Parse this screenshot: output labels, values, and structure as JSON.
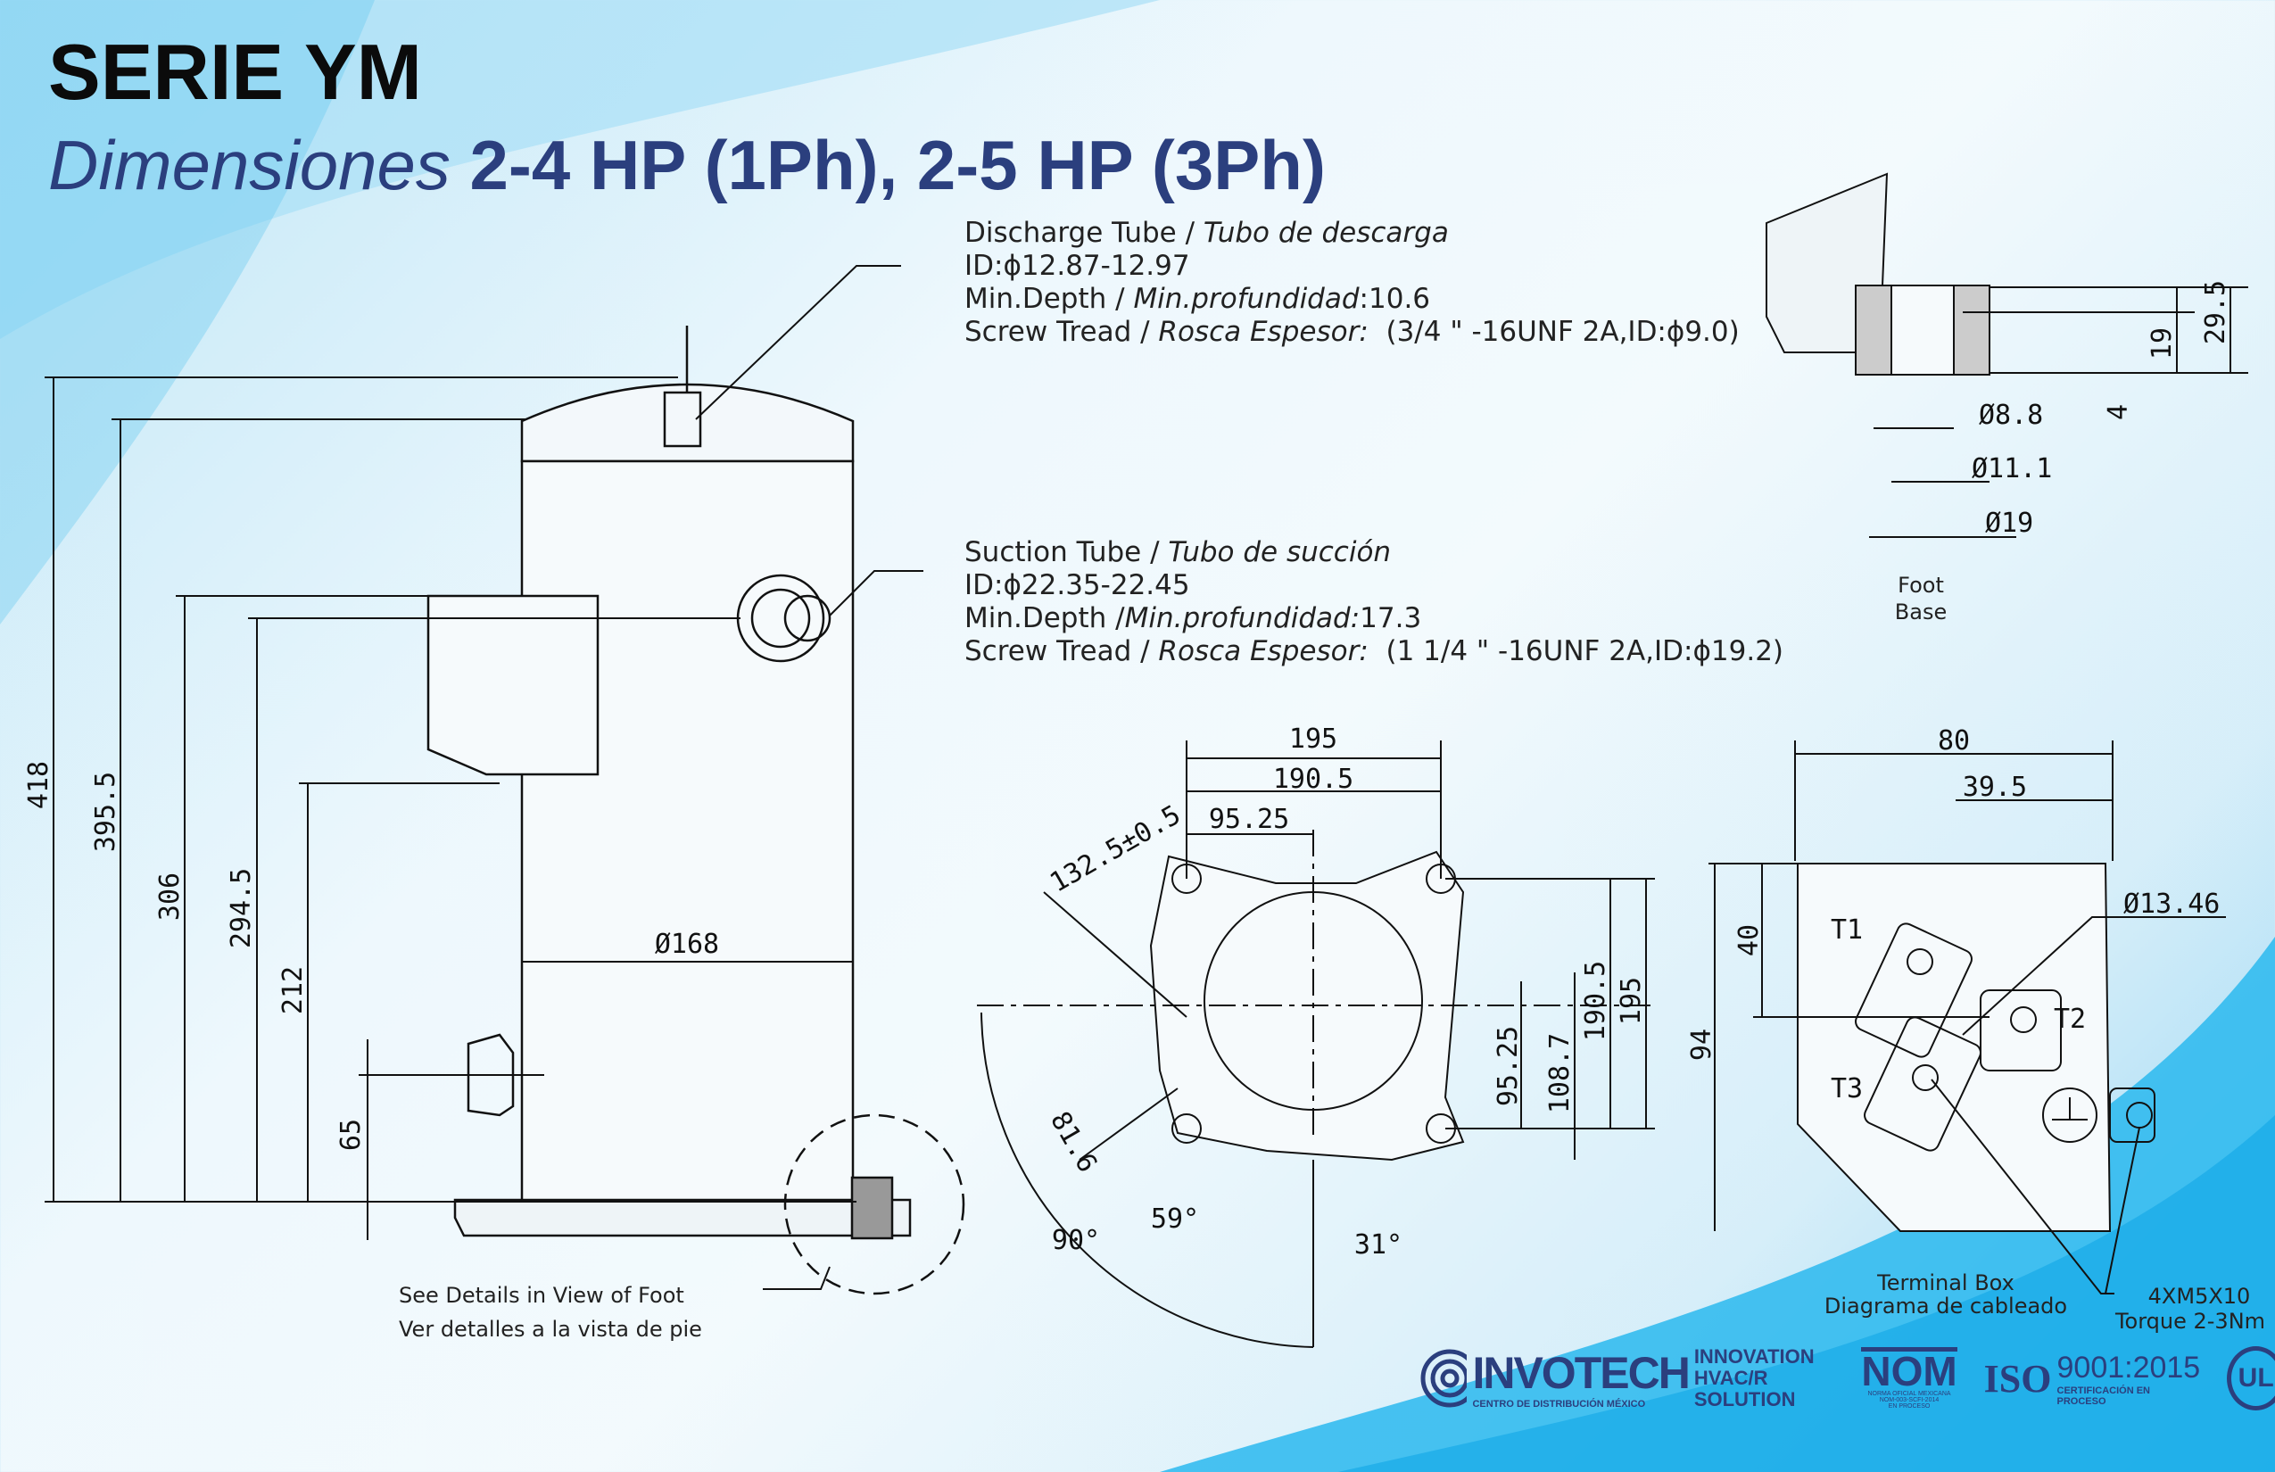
{
  "header": {
    "title": "SERIE YM",
    "subtitle_italic": "Dimensiones",
    "subtitle_bold": " 2-4 HP (1Ph), 2-5 HP (3Ph)"
  },
  "discharge": {
    "line1_en": "Discharge Tube / ",
    "line1_es": "Tubo de descarga",
    "line2": "ID:ϕ12.87-12.97",
    "line3_en": "Min.Depth / ",
    "line3_es": "Min.profundidad",
    "line3_val": ":10.6",
    "line4_en": "Screw Tread / ",
    "line4_es": "Rosca Espesor:",
    "line4_val": "  (3/4 \" -16UNF 2A,ID:ϕ9.0)"
  },
  "suction": {
    "line1_en": "Suction Tube / ",
    "line1_es": "Tubo de succión",
    "line2": "ID:ϕ22.35-22.45",
    "line3_en": "Min.Depth /",
    "line3_es": "Min.profundidad:",
    "line3_val": "17.3",
    "line4_en": "Screw Tread / ",
    "line4_es": "Rosca Espesor:",
    "line4_val": "  (1 1/4 \" -16UNF 2A,ID:ϕ19.2)"
  },
  "side_view": {
    "dims": [
      "418",
      "395.5",
      "306",
      "294.5",
      "212",
      "65",
      "Ø168"
    ],
    "note_en": "See Details in View of Foot",
    "note_es": "Ver detalles a la vista de pie"
  },
  "foot_view": {
    "dims": [
      "29.5",
      "19",
      "4",
      "Ø8.8",
      "Ø11.1",
      "Ø19"
    ],
    "label_en": "Foot",
    "label_es": "Base"
  },
  "top_view": {
    "dims": [
      "195",
      "190.5",
      "95.25",
      "132.5±0.5",
      "190.5",
      "195",
      "95.25",
      "108.7",
      "81.6",
      "90°",
      "59°",
      "31°"
    ]
  },
  "terminal_box": {
    "dims": [
      "80",
      "39.5",
      "Ø13.46",
      "40",
      "94"
    ],
    "terminals": [
      "T1",
      "T2",
      "T3"
    ],
    "label_en": "Terminal Box",
    "label_es": "Diagrama de cableado",
    "screw": "4XM5X10",
    "torque": "Torque 2-3Nm"
  },
  "footer": {
    "brand": "INVOTECH",
    "brand_sub": "CENTRO DE DISTRIBUCIÓN MÉXICO",
    "tagline1": "INNOVATION",
    "tagline2": "HVAC/R SOLUTION",
    "nom": "NOM",
    "nom_sub1": "NORMA OFICIAL MEXICANA",
    "nom_sub2": "NOM-003-SCFI-2014",
    "nom_sub3": "EN PROCESO",
    "iso": "ISO",
    "iso_num": "9001:2015",
    "iso_sub": "CERTIFICACIÓN EN PROCESO",
    "ul": "UL"
  },
  "colors": {
    "brand": "#2b3f7e",
    "cyan": "#20b5ee"
  }
}
